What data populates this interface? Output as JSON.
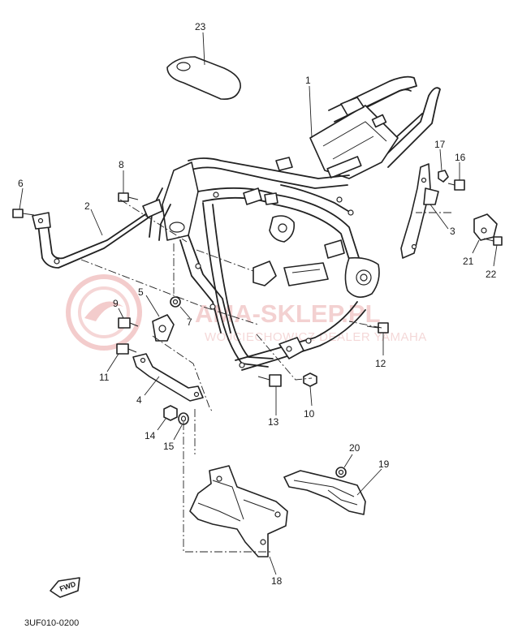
{
  "diagram": {
    "callouts": [
      "1",
      "2",
      "3",
      "4",
      "5",
      "6",
      "7",
      "8",
      "9",
      "10",
      "11",
      "12",
      "13",
      "14",
      "15",
      "16",
      "17",
      "18",
      "19",
      "20",
      "21",
      "22",
      "23"
    ],
    "code": "3UF010-0200",
    "fwd_label": "FWD"
  },
  "watermark": {
    "title": "AMA-SKLEP.PL",
    "subtitle": "WOJCIECHOWICZ DEALER YAMAHA",
    "color": "#e8a0a0"
  }
}
